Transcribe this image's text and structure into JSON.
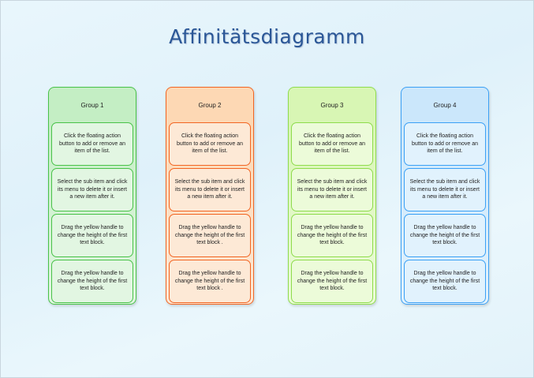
{
  "title": "Affinitätsdiagramm",
  "groups": [
    {
      "label": "Group 1",
      "border": "#48c248",
      "header_bg": "#c4eec4",
      "item_bg": "#e2f6e2",
      "items": [
        "Click the floating action button to add or remove an item of the list.",
        "Select the sub item and click its menu to delete it or insert a new item after it.",
        "Drag the yellow handle to change the height of the first text block.",
        "Drag the yellow handle to change the height of the first text block."
      ]
    },
    {
      "label": "Group 2",
      "border": "#f26522",
      "header_bg": "#fdd8b4",
      "item_bg": "#fde9d6",
      "items": [
        "Click the floating action button to add or remove an item of the list.",
        "Select the sub item and click its menu to delete it or insert a new item after it.",
        "Drag the yellow handle to change the height of the first text block .",
        "Drag the yellow handle to change the height of the first text block ."
      ]
    },
    {
      "label": "Group 3",
      "border": "#8edc4c",
      "header_bg": "#d8f6b4",
      "item_bg": "#ecfbd9",
      "items": [
        "Click the floating action button to add or remove an item of the list.",
        "Select the sub item and click its menu to delete it or insert a new item after it.",
        "Drag the yellow handle to change the height of the first text block.",
        "Drag the yellow handle to change the height of the first text block."
      ]
    },
    {
      "label": "Group 4",
      "border": "#3ba0f5",
      "header_bg": "#cbe7fb",
      "item_bg": "#e1f2fd",
      "items": [
        "Click the floating action button to add or remove an item of the list.",
        "Select the sub item and click its menu to delete it or insert a new item after it.",
        "Drag the yellow handle to change the height of the first text block.",
        "Drag the yellow handle to change the height of the first text block."
      ]
    }
  ]
}
